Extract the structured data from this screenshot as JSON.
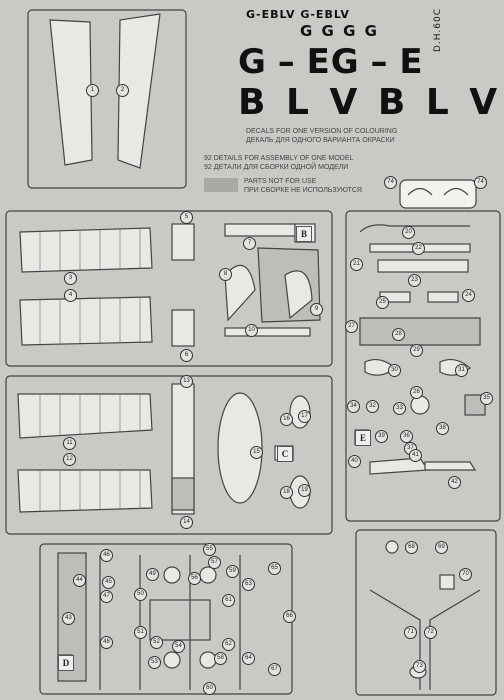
{
  "decal": {
    "row1": "G-EBLV G-EBLV",
    "row2": "G G G G",
    "row3": "G – EG – E",
    "row4": "B L V B L V",
    "type_code": "D.H.60C",
    "note_en": "DECALS FOR ONE VERSION OF COLOURING",
    "note_ru": "ДЕКАЛЬ ДЛЯ ОДНОГО ВАРИАНТА ОКРАСКИ"
  },
  "legend": {
    "details_en": "92 DETAILS FOR ASSEMBLY OF ONE MODEL",
    "details_ru": "92 ДЕТАЛИ ДЛЯ СБОРКИ ОДНОЙ МОДЕЛИ",
    "unused_en": "PARTS NOT FOR USE",
    "unused_ru": "ПРИ СБОРКЕ НЕ ИСПОЛЬЗУЮТСЯ",
    "unused_color": "#a9a9a6"
  },
  "sprue_letters": [
    "B",
    "C",
    "D",
    "E"
  ],
  "part_numbers": [
    "1",
    "2",
    "3",
    "4",
    "5",
    "6",
    "7",
    "8",
    "9",
    "10",
    "11",
    "12",
    "13",
    "14",
    "15",
    "16",
    "17",
    "18",
    "19",
    "20",
    "21",
    "22",
    "23",
    "24",
    "25",
    "26",
    "27",
    "28",
    "29",
    "30",
    "31",
    "32",
    "33",
    "34",
    "35",
    "36",
    "37",
    "38",
    "39",
    "40",
    "41",
    "42",
    "43",
    "44",
    "45",
    "46",
    "47",
    "48",
    "49",
    "50",
    "51",
    "52",
    "53",
    "54",
    "55",
    "56",
    "57",
    "58",
    "59",
    "60",
    "61",
    "62",
    "63",
    "64",
    "65",
    "66",
    "67",
    "68",
    "69",
    "70",
    "71",
    "72",
    "73",
    "74"
  ],
  "colors": {
    "background": "#c9c9c6",
    "sprue": "#444444",
    "parts": "#e8e8e5"
  }
}
